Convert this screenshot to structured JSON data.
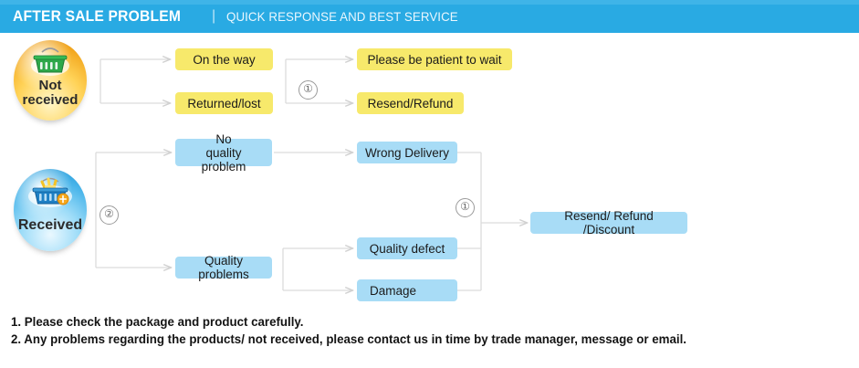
{
  "header": {
    "title": "AFTER SALE PROBLEM",
    "separator": "|",
    "subtitle": "QUICK RESPONSE AND BEST SERVICE",
    "background_color": "#29aae3",
    "text_color": "#ffffff"
  },
  "colors": {
    "header_blue": "#29aae3",
    "header_top_strip": "#3fb4e8",
    "box_yellow": "#f7e96b",
    "box_blue": "#a8dcf6",
    "wire_gray": "#d4d4d4",
    "marker_border": "#9a9a9a",
    "circle_orange": "#ffd358",
    "circle_blue": "#49b5ea"
  },
  "flow": {
    "branches": [
      {
        "id": "not-received",
        "circle_label": "Not\nreceived",
        "circle_icon": "shopping-basket-icon",
        "circle_color": "#ffd358",
        "stages": [
          {
            "id": "on-the-way",
            "label": "On the way",
            "color": "yellow"
          },
          {
            "id": "returned-lost",
            "label": "Returned/lost",
            "color": "yellow"
          },
          {
            "id": "please-be-patient",
            "label": "Please be patient to wait",
            "color": "yellow"
          },
          {
            "id": "resend-refund",
            "label": "Resend/Refund",
            "color": "yellow"
          }
        ],
        "markers": [
          {
            "id": "marker-1-top",
            "label": "①"
          }
        ]
      },
      {
        "id": "received",
        "circle_label": "Received",
        "circle_icon": "full-shopping-basket-icon",
        "circle_color": "#49b5ea",
        "stages": [
          {
            "id": "no-quality-problem",
            "label": "No\nquality problem",
            "color": "blue"
          },
          {
            "id": "quality-problems",
            "label": "Quality problems",
            "color": "blue"
          },
          {
            "id": "wrong-delivery",
            "label": "Wrong Delivery",
            "color": "blue"
          },
          {
            "id": "quality-defect",
            "label": "Quality defect",
            "color": "blue"
          },
          {
            "id": "damage",
            "label": "Damage",
            "color": "blue"
          },
          {
            "id": "resend-refund-discount",
            "label": "Resend/ Refund /Discount",
            "color": "blue"
          }
        ],
        "markers": [
          {
            "id": "marker-2",
            "label": "②"
          },
          {
            "id": "marker-1-bottom",
            "label": "①"
          }
        ]
      }
    ]
  },
  "footer": {
    "notes": [
      "1. Please check the package and product carefully.",
      "2. Any problems regarding the products/ not received, please contact us in time by trade manager, message or email."
    ]
  }
}
